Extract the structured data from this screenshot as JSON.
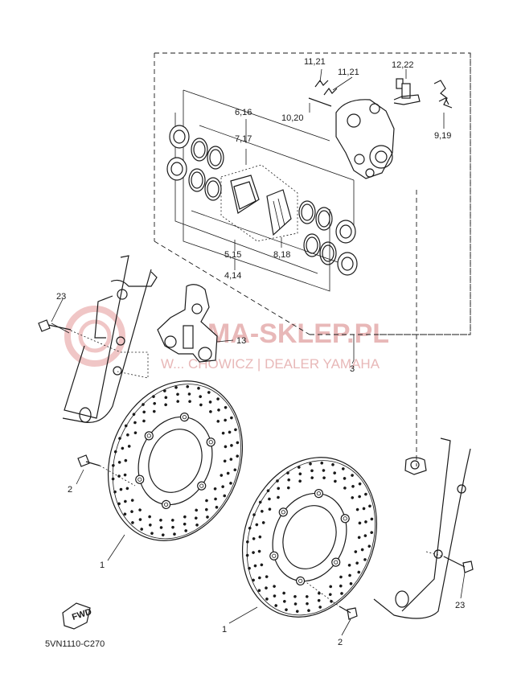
{
  "watermark": {
    "line1": "MA-SKLEP.PL",
    "line2": "W... CHOWICZ | DEALER YAMAHA",
    "color": "#e8b8b8"
  },
  "callouts": {
    "c_11_21_a": "11,21",
    "c_11_21_b": "11,21",
    "c_12_22": "12,22",
    "c_10_20": "10,20",
    "c_9_19": "9,19",
    "c_6_16": "6,16",
    "c_7_17": "7,17",
    "c_5_15": "5,15",
    "c_8_18": "8,18",
    "c_4_14": "4,14",
    "c_13": "13",
    "c_3": "3",
    "c_23_left": "23",
    "c_23_right": "23",
    "c_2_left": "2",
    "c_2_right": "2",
    "c_1_left": "1",
    "c_1_right": "1"
  },
  "fwd_label": "FWD",
  "diagram_code": "5VN1110-C270"
}
